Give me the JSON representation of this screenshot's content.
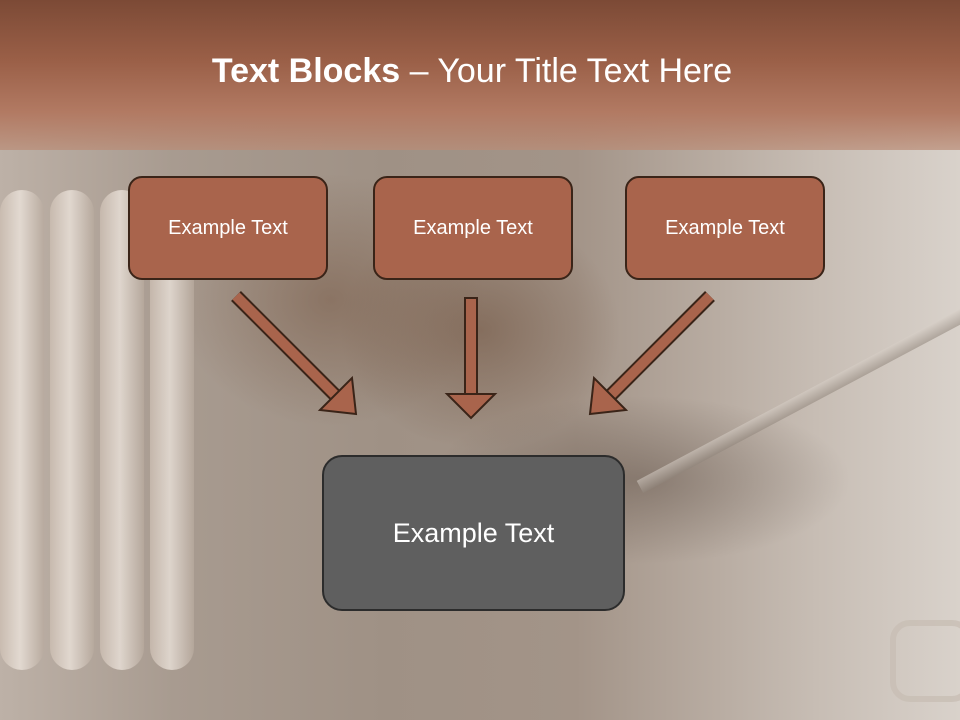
{
  "slide": {
    "title_bold": "Text Blocks",
    "title_rest": " – Your Title Text Here",
    "top_boxes": [
      {
        "label": "Example Text"
      },
      {
        "label": "Example Text"
      },
      {
        "label": "Example Text"
      }
    ],
    "bottom_box": {
      "label": "Example Text"
    }
  },
  "colors": {
    "header": "#9a5f47",
    "box_fill": "#a9644c",
    "bottom_box_fill": "#5f5f5f",
    "arrow_fill": "#a9644c"
  }
}
